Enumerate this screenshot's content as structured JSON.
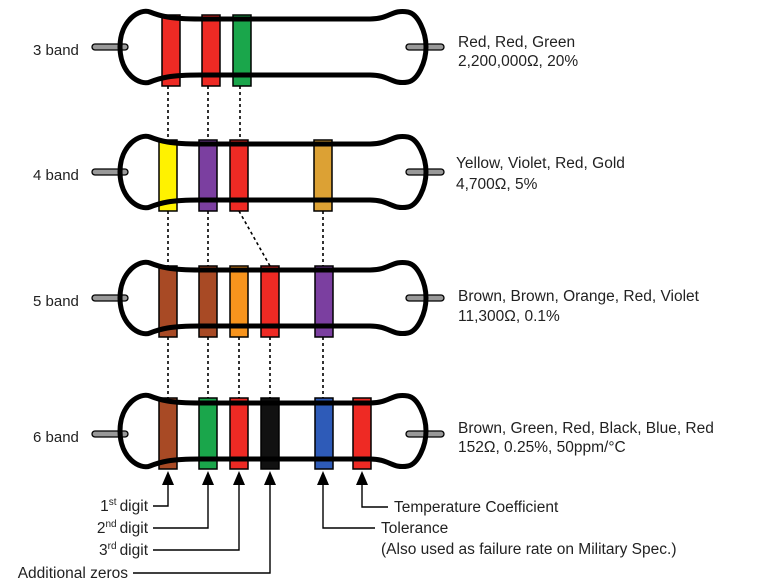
{
  "colors": {
    "red": "#ee2a24",
    "green": "#1aa64b",
    "yellow": "#fff200",
    "violet": "#7b3fa0",
    "gold": "#dca134",
    "brown": "#a84a25",
    "orange": "#f7941d",
    "black": "#111111",
    "blue": "#2e5bb8",
    "lead": "#999999",
    "outline": "#000000"
  },
  "resistors": [
    {
      "label": "3 band",
      "colors_text": "Red, Red, Green",
      "value_text": "2,200,000Ω, 20%",
      "bands": [
        "red",
        "red",
        "green"
      ]
    },
    {
      "label": "4 band",
      "colors_text": "Yellow, Violet, Red, Gold",
      "value_text": "4,700Ω, 5%",
      "bands": [
        "yellow",
        "violet",
        "red",
        "gold"
      ]
    },
    {
      "label": "5 band",
      "colors_text": "Brown, Brown, Orange, Red, Violet",
      "value_text": "11,300Ω, 0.1%",
      "bands": [
        "brown",
        "brown",
        "orange",
        "red",
        "violet"
      ]
    },
    {
      "label": "6 band",
      "colors_text": "Brown, Green, Red, Black, Blue, Red",
      "value_text": "152Ω, 0.25%, 50ppm/°C",
      "bands": [
        "brown",
        "green",
        "red",
        "black",
        "blue",
        "red"
      ]
    }
  ],
  "legend": {
    "digit1": {
      "num": "1",
      "sup": "st",
      "text": "digit"
    },
    "digit2": {
      "num": "2",
      "sup": "nd",
      "text": "digit"
    },
    "digit3": {
      "num": "3",
      "sup": "rd",
      "text": "digit"
    },
    "zeros": "Additional zeros",
    "temp_coeff": "Temperature Coefficient",
    "tolerance": "Tolerance",
    "tolerance_note": "(Also used as failure rate on Military Spec.)"
  }
}
